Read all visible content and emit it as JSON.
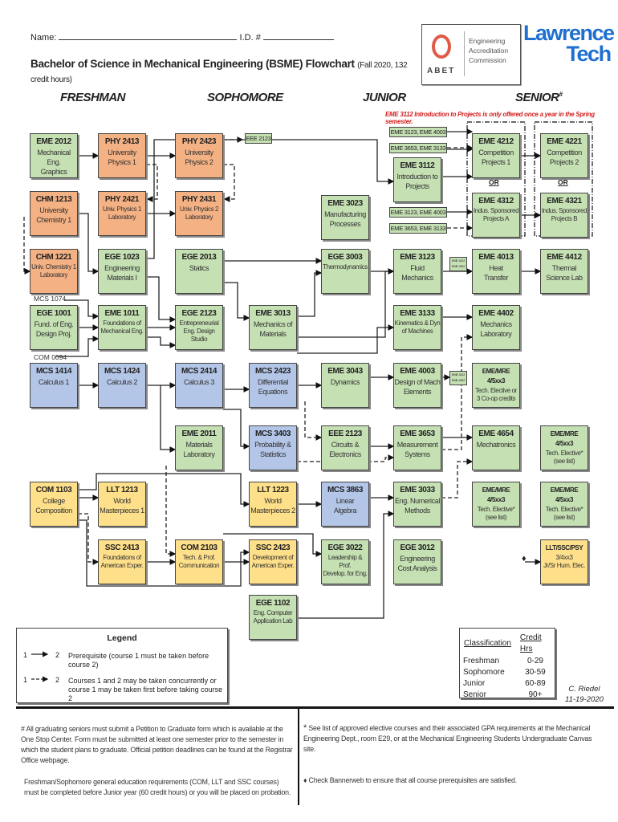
{
  "header": {
    "name_label": "Name:",
    "id_label": "I.D. #",
    "title": "Bachelor of Science in Mechanical Engineering (BSME) Flowchart",
    "title_note": "(Fall 2020, 132 credit hours)"
  },
  "logos": {
    "abet": "ABET",
    "abet_text": [
      "Engineering",
      "Accreditation",
      "Commission"
    ],
    "lawrence": "Lawrence",
    "tech": "Tech"
  },
  "years": {
    "freshman": "FRESHMAN",
    "sophomore": "SOPHOMORE",
    "junior": "JUNIOR",
    "senior": "SENIOR",
    "senior_mark": "#"
  },
  "spring_note": "EME 3112 Introduction to Projects is only offered once a year in the Spring semester.",
  "colors": {
    "engineering": "#c5e0b3",
    "science": "#f4b183",
    "math": "#b4c6e7",
    "gen_ed": "#ffe08a",
    "note_red": "#d42020"
  },
  "courses": [
    {
      "id": "eme2012",
      "code": "EME 2012",
      "lines": [
        "Mechanical Eng.",
        "Graphics"
      ],
      "color": "green"
    },
    {
      "id": "phy2413",
      "code": "PHY 2413",
      "lines": [
        "University",
        "Physics 1"
      ],
      "color": "orange"
    },
    {
      "id": "phy2423",
      "code": "PHY 2423",
      "lines": [
        "University",
        "Physics 2"
      ],
      "color": "orange"
    },
    {
      "id": "chm1213",
      "code": "CHM 1213",
      "lines": [
        "University",
        "Chemistry 1"
      ],
      "color": "orange"
    },
    {
      "id": "phy2421",
      "code": "PHY 2421",
      "lines": [
        "Univ. Physics 1",
        "Laboratory"
      ],
      "color": "orange",
      "tiny": true
    },
    {
      "id": "phy2431",
      "code": "PHY 2431",
      "lines": [
        "Univ. Physics 2",
        "Laboratory"
      ],
      "color": "orange",
      "tiny": true
    },
    {
      "id": "chm1221",
      "code": "CHM 1221",
      "lines": [
        "Univ. Chemistry 1",
        "Laboratory"
      ],
      "color": "orange",
      "tiny": true
    },
    {
      "id": "ege1023",
      "code": "EGE 1023",
      "lines": [
        "Engineering",
        "Materials I"
      ],
      "color": "green"
    },
    {
      "id": "ege2013",
      "code": "EGE 2013",
      "lines": [
        "Statics"
      ],
      "color": "green"
    },
    {
      "id": "ege1001",
      "code": "EGE 1001",
      "lines": [
        "Fund. of Eng.",
        "Design Proj."
      ],
      "color": "green"
    },
    {
      "id": "eme1011",
      "code": "EME 1011",
      "lines": [
        "Foundations of",
        "Mechanical Eng."
      ],
      "color": "green",
      "tiny": true
    },
    {
      "id": "ege2123",
      "code": "EGE 2123",
      "lines": [
        "Entrepreneurial",
        "Eng. Design Studio"
      ],
      "color": "green",
      "tiny": true
    },
    {
      "id": "eme3013",
      "code": "EME 3013",
      "lines": [
        "Mechanics of",
        "Materials"
      ],
      "color": "green"
    },
    {
      "id": "mcs1414",
      "code": "MCS 1414",
      "lines": [
        "Calculus 1"
      ],
      "color": "blue"
    },
    {
      "id": "mcs1424",
      "code": "MCS 1424",
      "lines": [
        "Calculus 2"
      ],
      "color": "blue"
    },
    {
      "id": "mcs2414",
      "code": "MCS 2414",
      "lines": [
        "Calculus 3"
      ],
      "color": "blue"
    },
    {
      "id": "mcs2423",
      "code": "MCS 2423",
      "lines": [
        "Differential",
        "Equations"
      ],
      "color": "blue"
    },
    {
      "id": "eme3043",
      "code": "EME 3043",
      "lines": [
        "Dynamics"
      ],
      "color": "green"
    },
    {
      "id": "eme2011",
      "code": "EME 2011",
      "lines": [
        "Materials",
        "Laboratory"
      ],
      "color": "green"
    },
    {
      "id": "mcs3403",
      "code": "MCS 3403",
      "lines": [
        "Probability &",
        "Statistics"
      ],
      "color": "blue"
    },
    {
      "id": "eee2123",
      "code": "EEE 2123",
      "lines": [
        "Circuits &",
        "Electronics"
      ],
      "color": "green"
    },
    {
      "id": "com1103",
      "code": "COM 1103",
      "lines": [
        "College",
        "Composition"
      ],
      "color": "yellow"
    },
    {
      "id": "llt1213",
      "code": "LLT 1213",
      "lines": [
        "World",
        "Masterpieces 1"
      ],
      "color": "yellow"
    },
    {
      "id": "llt1223",
      "code": "LLT 1223",
      "lines": [
        "World",
        "Masterpieces 2"
      ],
      "color": "yellow"
    },
    {
      "id": "mcs3863",
      "code": "MCS 3863",
      "lines": [
        "Linear",
        "Algebra"
      ],
      "color": "blue"
    },
    {
      "id": "ssc2413",
      "code": "SSC 2413",
      "lines": [
        "Foundations of",
        "American Exper."
      ],
      "color": "yellow",
      "tiny": true
    },
    {
      "id": "com2103",
      "code": "COM 2103",
      "lines": [
        "Tech. & Prof.",
        "Communication"
      ],
      "color": "yellow",
      "tiny": true
    },
    {
      "id": "ssc2423",
      "code": "SSC 2423",
      "lines": [
        "Development of",
        "American Exper."
      ],
      "color": "yellow",
      "tiny": true
    },
    {
      "id": "ege3022",
      "code": "EGE 3022",
      "lines": [
        "Leadership & Prof.",
        "Develop. for Eng."
      ],
      "color": "green",
      "tiny": true
    },
    {
      "id": "ege1102",
      "code": "EGE 1102",
      "lines": [
        "Eng. Computer",
        "Application Lab"
      ],
      "color": "green",
      "tiny": true
    },
    {
      "id": "eme3023",
      "code": "EME 3023",
      "lines": [
        "Manufacturing",
        "Processes"
      ],
      "color": "green"
    },
    {
      "id": "ege3003",
      "code": "EGE 3003",
      "lines": [
        "Thermodynamics"
      ],
      "color": "green",
      "tiny": true
    },
    {
      "id": "eme3112",
      "code": "EME 3112",
      "lines": [
        "Introduction to",
        "Projects"
      ],
      "color": "green"
    },
    {
      "id": "eme3123",
      "code": "EME 3123",
      "lines": [
        "Fluid",
        "Mechanics"
      ],
      "color": "green"
    },
    {
      "id": "eme3133",
      "code": "EME 3133",
      "lines": [
        "Kinematics & Dyn",
        "of Machines"
      ],
      "color": "green",
      "tiny": true
    },
    {
      "id": "eme4003",
      "code": "EME 4003",
      "lines": [
        "Design of Mach",
        "Elements"
      ],
      "color": "green"
    },
    {
      "id": "eme3653",
      "code": "EME 3653",
      "lines": [
        "Measurement",
        "Systems"
      ],
      "color": "green"
    },
    {
      "id": "eme3033",
      "code": "EME 3033",
      "lines": [
        "Eng. Numerical",
        "Methods"
      ],
      "color": "green"
    },
    {
      "id": "ege3012",
      "code": "EGE 3012",
      "lines": [
        "Engineering",
        "Cost Analysis"
      ],
      "color": "green"
    },
    {
      "id": "eme4212",
      "code": "EME 4212",
      "lines": [
        "Competition",
        "Projects 1"
      ],
      "color": "green"
    },
    {
      "id": "eme4221",
      "code": "EME 4221",
      "lines": [
        "Competition",
        "Projects 2"
      ],
      "color": "green"
    },
    {
      "id": "eme4312",
      "code": "EME 4312",
      "lines": [
        "Indus. Sponsored",
        "Projects A"
      ],
      "color": "green",
      "tiny": true
    },
    {
      "id": "eme4321",
      "code": "EME 4321",
      "lines": [
        "Indus. Sponsored",
        "Projects B"
      ],
      "color": "green",
      "tiny": true
    },
    {
      "id": "eme4013",
      "code": "EME 4013",
      "lines": [
        "Heat",
        "Transfer"
      ],
      "color": "green"
    },
    {
      "id": "eme4412",
      "code": "EME 4412",
      "lines": [
        "Thermal",
        "Science Lab"
      ],
      "color": "green"
    },
    {
      "id": "eme4402",
      "code": "EME 4402",
      "lines": [
        "Mechanics",
        "Laboratory"
      ],
      "color": "green"
    },
    {
      "id": "elec1",
      "code": "EME/MRE 4/5xx3",
      "lines": [
        "Tech. Elective or",
        "3 Co-op credits"
      ],
      "color": "green",
      "tiny": true
    },
    {
      "id": "eme4654",
      "code": "EME 4654",
      "lines": [
        "Mechatronics"
      ],
      "color": "green"
    },
    {
      "id": "elec2",
      "code": "EME/MRE 4/5xx3",
      "lines": [
        "Tech. Elective*",
        "(see list)"
      ],
      "color": "green",
      "tiny": true
    },
    {
      "id": "elec3",
      "code": "EME/MRE 4/5xx3",
      "lines": [
        "Tech. Elective*",
        "(see list)"
      ],
      "color": "green",
      "tiny": true
    },
    {
      "id": "elec4",
      "code": "EME/MRE 4/5xx3",
      "lines": [
        "Tech. Elective*",
        "(see list)"
      ],
      "color": "green",
      "tiny": true
    },
    {
      "id": "hum",
      "code": "LLT/SSC/PSY",
      "lines": [
        "3/4xx3",
        "Jr/Sr Hum. Elec."
      ],
      "color": "yellow",
      "tiny": true
    }
  ],
  "small_boxes": [
    {
      "id": "s1",
      "text": "EME 3123, EME 4003"
    },
    {
      "id": "s2",
      "text": "EME 3653, EME 3133"
    },
    {
      "id": "s3",
      "text": "EME 3123, EME 4003"
    },
    {
      "id": "s4",
      "text": "EME 3653, EME 3133"
    },
    {
      "id": "s5",
      "text": "EEE 2123"
    },
    {
      "id": "s6",
      "text": "EME 4212 EME 4312"
    },
    {
      "id": "s7",
      "text": "EME 4212 EME 4312"
    }
  ],
  "or_labels": [
    "OR",
    "OR"
  ],
  "side_labels": {
    "mcs1074": "MCS 1074",
    "com0094": "COM 0094"
  },
  "legend": {
    "title": "Legend",
    "solid": {
      "from": "1",
      "to": "2",
      "text": "Prerequisite (course 1 must be taken before course 2)"
    },
    "dashed": {
      "from": "1",
      "to": "2",
      "text": "Courses 1 and 2 may be taken concurrently or course 1 may be taken first before taking course 2"
    }
  },
  "classification": {
    "headers": [
      "Classification",
      "Credit Hrs"
    ],
    "rows": [
      [
        "Freshman",
        "0-29"
      ],
      [
        "Sophomore",
        "30-59"
      ],
      [
        "Junior",
        "60-89"
      ],
      [
        "Senior",
        "90+"
      ]
    ]
  },
  "author": {
    "name": "C. Riedel",
    "date": "11-19-2020"
  },
  "footnotes": {
    "hash": "# All graduating seniors must submit a Petition to Graduate form which is available at the One Stop Center.  Form must be submitted at least one semester prior to the semester in which the student plans to graduate.  Official petition deadlines can be found at the Registrar Office webpage.",
    "gen_ed": "Freshman/Sophomore general education requirements (COM, LLT and SSC courses) must be completed before Junior year (60 credit hours) or you will be placed on probation.",
    "star": "See list of approved elective courses and their associated GPA requirements at the Mechanical Engineering Dept., room E29, or at the Mechanical Engineering Students Undergraduate Canvas site.",
    "diamond": "Check Bannerweb to ensure that all course prerequisites are satisfied."
  }
}
